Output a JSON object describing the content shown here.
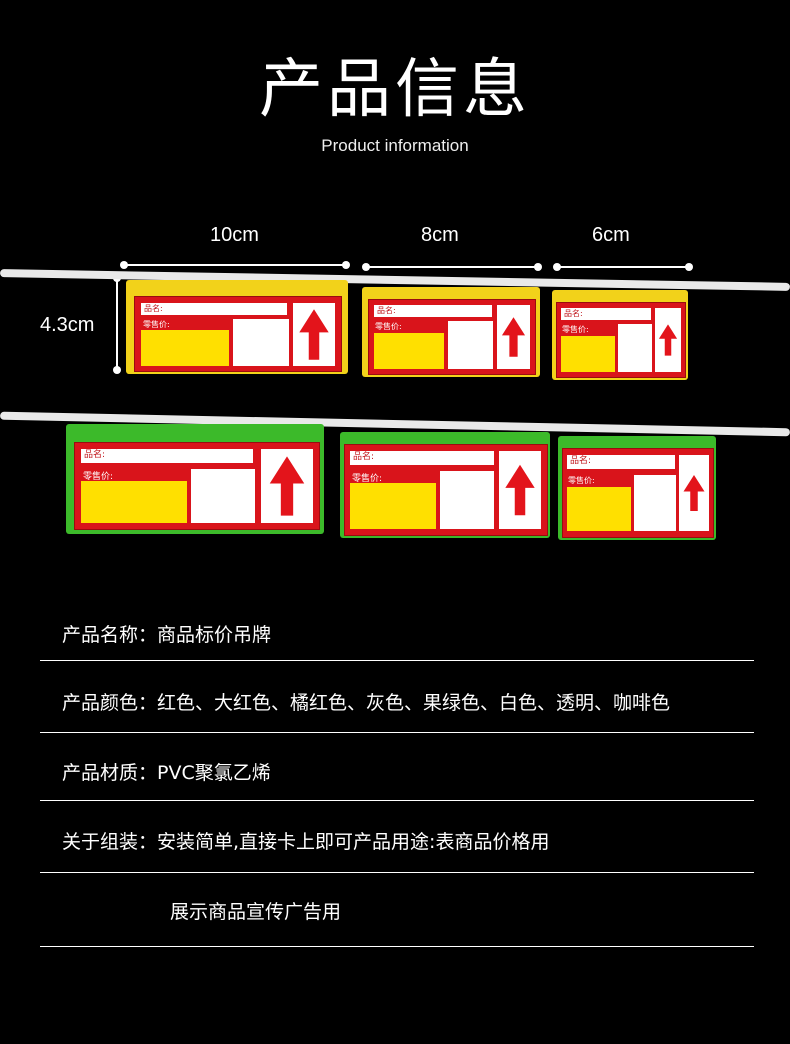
{
  "header": {
    "title": "产品信息",
    "subtitle": "Product information"
  },
  "dimensions": {
    "w10": "10cm",
    "w8": "8cm",
    "w6": "6cm",
    "h": "4.3cm"
  },
  "tag": {
    "name_label": "品名:",
    "price_label": "零售价:"
  },
  "colors": {
    "yellow_tag": "#f2d21a",
    "green_tag": "#3cba2a",
    "red": "#d9141b"
  },
  "specs": [
    {
      "label": "产品名称：",
      "value": "商品标价吊牌"
    },
    {
      "label": "产品颜色：",
      "value": "红色、大红色、橘红色、灰色、果绿色、白色、透明、咖啡色"
    },
    {
      "label": "产品材质：",
      "value": "PVC聚氯乙烯"
    },
    {
      "label": "关于组装：",
      "value": "安装简单,直接卡上即可产品用途:表商品价格用"
    },
    {
      "label": "",
      "value": "展示商品宣传广告用"
    }
  ]
}
